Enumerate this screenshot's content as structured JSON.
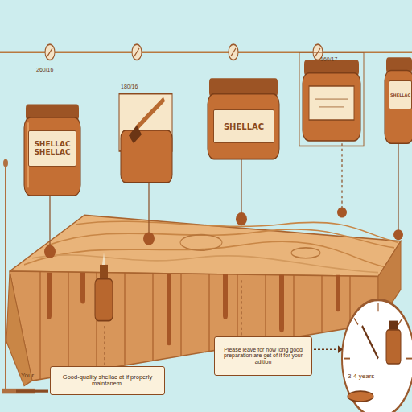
{
  "diagram": {
    "nodes": [
      {
        "text": [
          "SHELLAC",
          "SHELLAC"
        ]
      },
      {
        "text": [
          "SHELLAC"
        ]
      },
      {
        "text": [
          "SHELLAC"
        ]
      },
      {
        "text": [
          "Please leave for how long good preparation are get of it for your adition"
        ]
      },
      {
        "text": [
          "Good-quality shellac at if properly maintanem."
        ]
      }
    ],
    "labels": [
      "260/16",
      "180/16",
      "160/17",
      "Your",
      "3-4 years"
    ]
  }
}
